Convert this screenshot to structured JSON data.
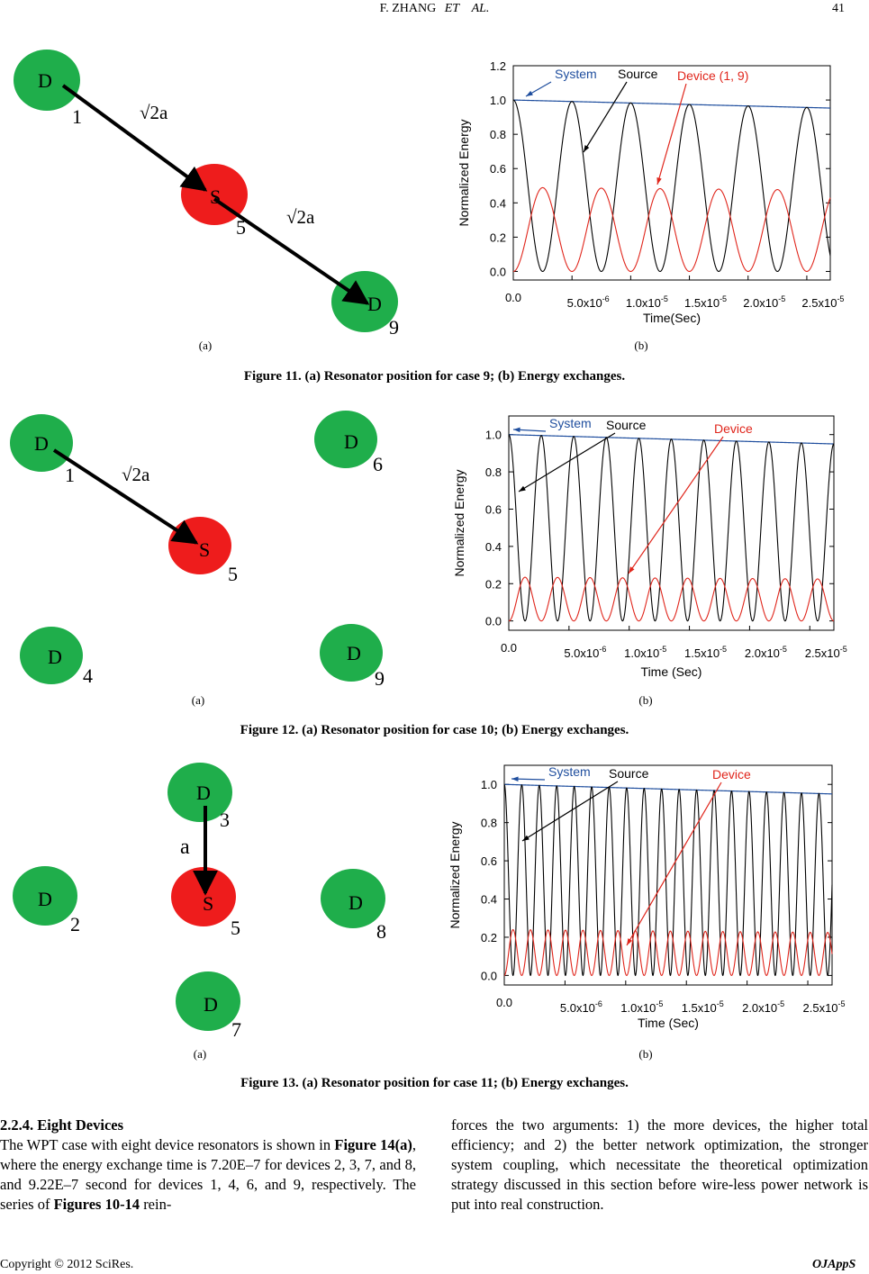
{
  "header": {
    "title_part1": "F. ZHANG",
    "title_part2": "ET",
    "title_part3": "AL.",
    "page_number": "41"
  },
  "figures": [
    {
      "panel_a_label": "(a)",
      "panel_b_label": "(b)",
      "caption": "Figure 11. (a) Resonator position for case 9; (b) Energy exchanges.",
      "nodes": [
        {
          "letter": "D",
          "number": "1",
          "color": "#1fae4b"
        },
        {
          "letter": "S",
          "number": "5",
          "color": "#ee1c1c"
        },
        {
          "letter": "D",
          "number": "9",
          "color": "#1fae4b"
        }
      ],
      "distance_labels": [
        "√2a",
        "√2a"
      ]
    },
    {
      "panel_a_label": "(a)",
      "panel_b_label": "(b)",
      "caption": "Figure 12. (a) Resonator position for case 10; (b) Energy exchanges.",
      "nodes": [
        {
          "letter": "D",
          "number": "1",
          "color": "#1fae4b"
        },
        {
          "letter": "D",
          "number": "6",
          "color": "#1fae4b"
        },
        {
          "letter": "S",
          "number": "5",
          "color": "#ee1c1c"
        },
        {
          "letter": "D",
          "number": "4",
          "color": "#1fae4b"
        },
        {
          "letter": "D",
          "number": "9",
          "color": "#1fae4b"
        }
      ],
      "distance_labels": [
        "√2a"
      ]
    },
    {
      "panel_a_label": "(a)",
      "panel_b_label": "(b)",
      "caption": "Figure 13. (a) Resonator position for case 11; (b) Energy exchanges.",
      "nodes": [
        {
          "letter": "D",
          "number": "3",
          "color": "#1fae4b"
        },
        {
          "letter": "D",
          "number": "2",
          "color": "#1fae4b"
        },
        {
          "letter": "S",
          "number": "5",
          "color": "#ee1c1c"
        },
        {
          "letter": "D",
          "number": "8",
          "color": "#1fae4b"
        },
        {
          "letter": "D",
          "number": "7",
          "color": "#1fae4b"
        }
      ],
      "distance_labels": [
        "a"
      ]
    }
  ],
  "chart_data": [
    {
      "type": "line",
      "xlabel": "Time(Sec)",
      "ylabel": "Normalized Energy",
      "xlim": [
        0,
        2.7e-05
      ],
      "ylim": [
        -0.05,
        1.2
      ],
      "xticks": [
        0,
        5e-06,
        1e-05,
        1.5e-05,
        2e-05,
        2.5e-05
      ],
      "yticks": [
        "0.0",
        "0.2",
        "0.4",
        "0.6",
        "0.8",
        "1.0",
        "1.2"
      ],
      "xtick_mantissas": [
        "0.0",
        "5.0x10",
        "1.0x10",
        "1.5x10",
        "2.0x10",
        "2.5x10"
      ],
      "xtick_exponents": [
        "",
        "-6",
        "-5",
        "-5",
        "-5",
        "-5"
      ],
      "annotations": [
        "System",
        "Source",
        "Device (1, 9)"
      ],
      "series": [
        {
          "name": "System",
          "color": "#1f4e9e",
          "shape": "linear",
          "start": 1.0,
          "end": 0.953
        },
        {
          "name": "Source",
          "color": "#000000",
          "shape": "cos2",
          "period": 5e-06,
          "amp_start": 1.0,
          "amp_end": 0.953
        },
        {
          "name": "Device (1, 9)",
          "color": "#e0251b",
          "shape": "sin2",
          "period": 5e-06,
          "amp_start": 0.49,
          "amp_end": 0.475
        }
      ]
    },
    {
      "type": "line",
      "xlabel": "Time (Sec)",
      "ylabel": "Normalized Energy",
      "xlim": [
        0,
        2.7e-05
      ],
      "ylim": [
        -0.05,
        1.1
      ],
      "xticks": [
        0,
        5e-06,
        1e-05,
        1.5e-05,
        2e-05,
        2.5e-05
      ],
      "yticks": [
        "0.0",
        "0.2",
        "0.4",
        "0.6",
        "0.8",
        "1.0"
      ],
      "xtick_mantissas": [
        "0.0",
        "5.0x10",
        "1.0x10",
        "1.5x10",
        "2.0x10",
        "2.5x10"
      ],
      "xtick_exponents": [
        "",
        "-6",
        "-5",
        "-5",
        "-5",
        "-5"
      ],
      "annotations": [
        "System",
        "Source",
        "Device"
      ],
      "series": [
        {
          "name": "System",
          "color": "#1f4e9e",
          "shape": "linear",
          "start": 1.0,
          "end": 0.95
        },
        {
          "name": "Source",
          "color": "#000000",
          "shape": "cos2",
          "period": 2.7e-06,
          "amp_start": 1.0,
          "amp_end": 0.95
        },
        {
          "name": "Device",
          "color": "#e0251b",
          "shape": "sin2",
          "period": 2.7e-06,
          "amp_start": 0.235,
          "amp_end": 0.225
        }
      ]
    },
    {
      "type": "line",
      "xlabel": "Time (Sec)",
      "ylabel": "Normalized Energy",
      "xlim": [
        0,
        2.7e-05
      ],
      "ylim": [
        -0.05,
        1.1
      ],
      "xticks": [
        0,
        5e-06,
        1e-05,
        1.5e-05,
        2e-05,
        2.5e-05
      ],
      "yticks": [
        "0.0",
        "0.2",
        "0.4",
        "0.6",
        "0.8",
        "1.0"
      ],
      "xtick_mantissas": [
        "0.0",
        "5.0x10",
        "1.0x10",
        "1.5x10",
        "2.0x10",
        "2.5x10"
      ],
      "xtick_exponents": [
        "",
        "-6",
        "-5",
        "-5",
        "-5",
        "-5"
      ],
      "annotations": [
        "System",
        "Source",
        "Device"
      ],
      "series": [
        {
          "name": "System",
          "color": "#1f4e9e",
          "shape": "linear",
          "start": 1.0,
          "end": 0.95
        },
        {
          "name": "Source",
          "color": "#000000",
          "shape": "cos2",
          "period": 1.44e-06,
          "amp_start": 1.0,
          "amp_end": 0.95
        },
        {
          "name": "Device",
          "color": "#e0251b",
          "shape": "sin2",
          "period": 1.44e-06,
          "amp_start": 0.24,
          "amp_end": 0.225
        }
      ]
    }
  ],
  "section": {
    "heading": "2.2.4. Eight Devices",
    "left_col": {
      "t1": "The WPT case with eight device resonators is shown in ",
      "b1": "Figure 14(a)",
      "t2": ", where the energy exchange time is 7.20E–7 for devices 2, 3, 7, and 8, and 9.22E–7 second for devices 1, 4, 6, and 9, respectively. The series of ",
      "b2": "Figures 10-14",
      "t3": " rein-"
    },
    "right_col": "forces the two arguments: 1) the more devices, the higher total efficiency; and 2) the better network optimization, the stronger system coupling, which necessitate the theoretical optimization strategy discussed in this section before wire-less power network is put into real construction."
  },
  "footer": {
    "copyright": "Copyright © 2012 SciRes.",
    "journal": "OJAppS"
  }
}
